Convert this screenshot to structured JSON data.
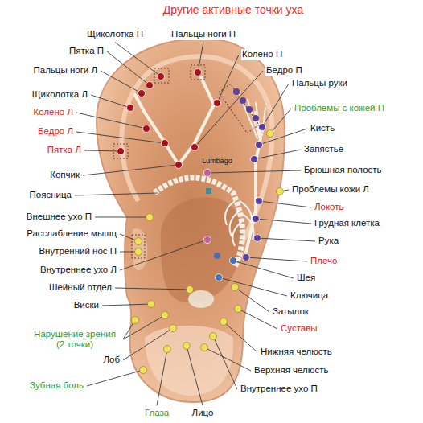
{
  "diagram": {
    "title": "Другие активные точки уха",
    "labels": [
      "Щиколотка П",
      "Пальцы ноги П",
      "Пятка П",
      "Колено П",
      "Бедро П",
      "Пальцы ноги Л",
      "Пальцы руки",
      "Щиколотка Л",
      "Проблемы с кожей П",
      "Колено Л",
      "Кисть",
      "Бедро Л",
      "Запястье",
      "Пятка Л",
      "Lumbago",
      "Брюшная полость",
      "Копчик",
      "Проблемы кожи Л",
      "Поясница",
      "Локоть",
      "Внешнее ухо П",
      "Грудная клетка",
      "Расслабление мышц",
      "Рука",
      "Внутренний нос П",
      "Плечо",
      "Внутреннее ухо Л",
      "Шея",
      "Шейный отдел",
      "Ключица",
      "Виски",
      "Затылок",
      "Нарушение зрения (2 точки)",
      "Суставы",
      "Нижняя челюсть",
      "Лоб",
      "Верхняя челюсть",
      "Зубная боль",
      "Внутреннее ухо П",
      "Глаза",
      "Лицо"
    ]
  }
}
